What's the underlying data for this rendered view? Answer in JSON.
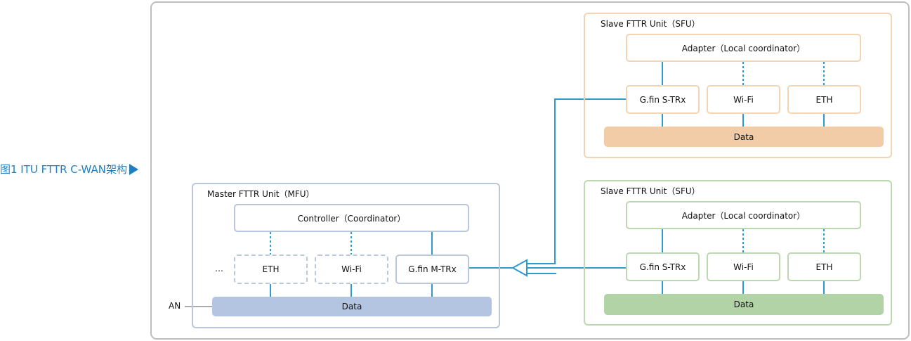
{
  "caption": "图1  ITU FTTR C-WAN架构",
  "mfu": {
    "title": "Master FTTR Unit（MFU）",
    "controller": "Controller（Coordinator）",
    "ellipsis": "…",
    "eth": "ETH",
    "wifi": "Wi-Fi",
    "gfin": "G.fin M-TRx",
    "data": "Data",
    "an_label": "AN"
  },
  "sfu_top": {
    "title": "Slave FTTR Unit（SFU）",
    "adapter": "Adapter（Local coordinator）",
    "gfin": "G.fin S-TRx",
    "wifi": "Wi-Fi",
    "eth": "ETH",
    "data": "Data"
  },
  "sfu_bottom": {
    "title": "Slave FTTR Unit（SFU）",
    "adapter": "Adapter（Local coordinator）",
    "gfin": "G.fin S-TRx",
    "wifi": "Wi-Fi",
    "eth": "ETH",
    "data": "Data"
  },
  "colors": {
    "caption": "#1f7fc2",
    "link": "#2e9ad0",
    "mfu_border": "#b9c7dc",
    "mfu_data": "#b3c5e0",
    "sfu_top_border": "#f3d3b4",
    "sfu_top_data": "#f1cca6",
    "sfu_bottom_border": "#bcd8b0",
    "sfu_bottom_data": "#b2d3a6",
    "frame": "#bdbdbd"
  }
}
